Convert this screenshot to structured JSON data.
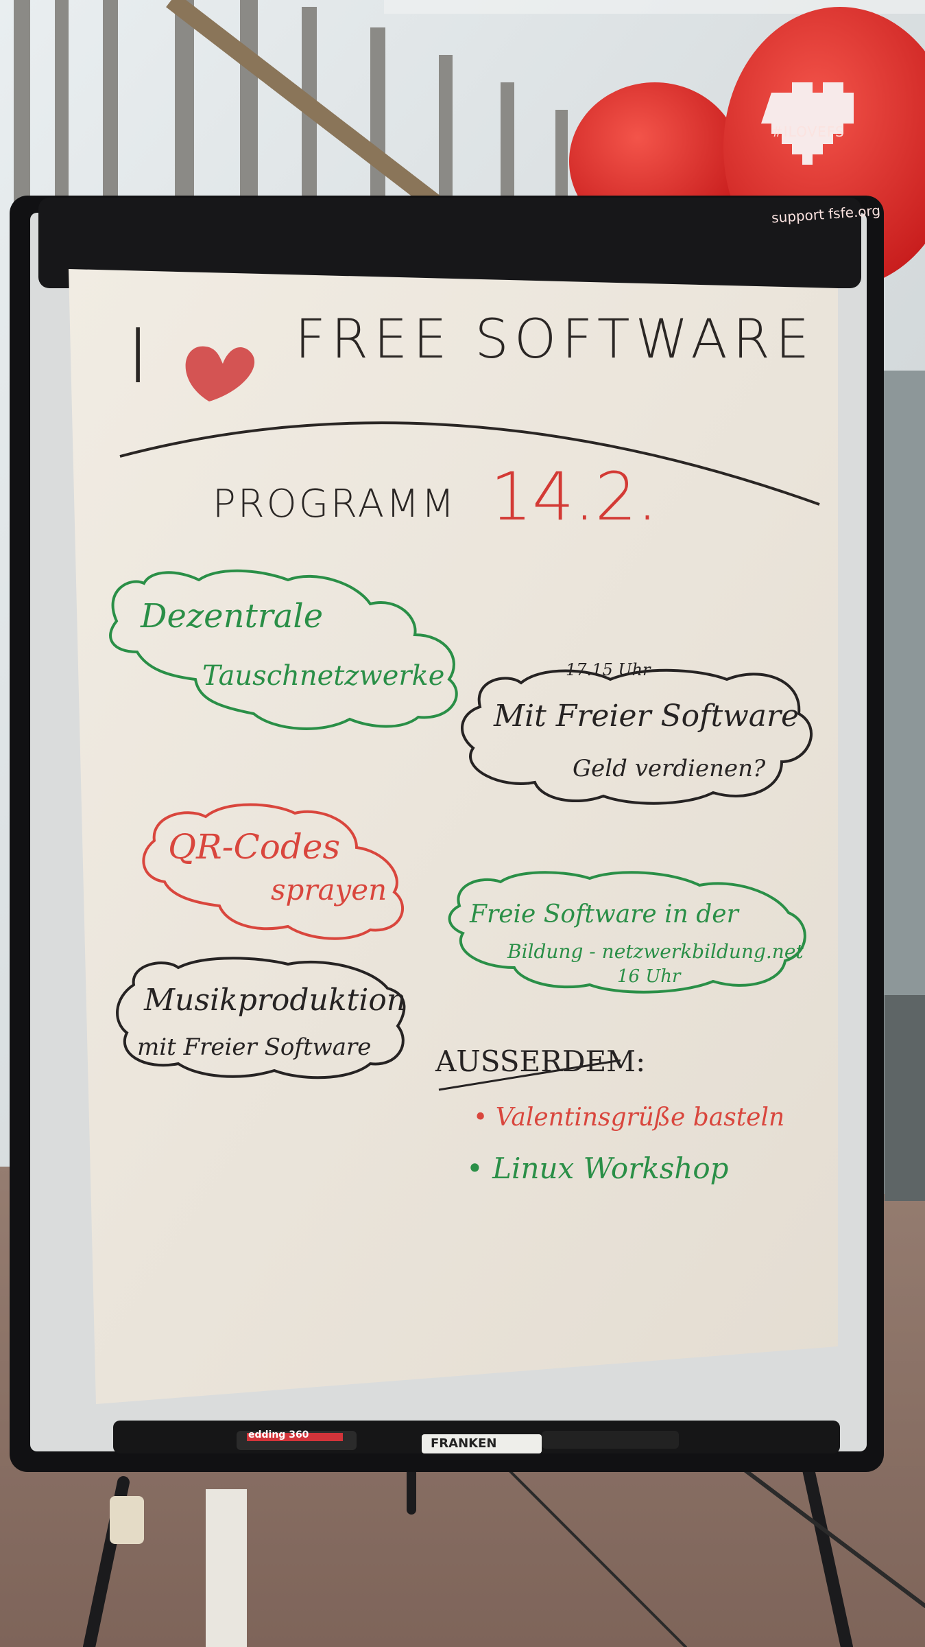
{
  "board": {
    "title": {
      "prefix": "I",
      "icon": "heart-icon",
      "rest": "FREE SOFTWARE"
    },
    "program": {
      "label": "PROGRAMM",
      "date": "14.2."
    },
    "clouds": [
      {
        "lines": [
          "Dezentrale",
          "Tauschnetzwerke"
        ],
        "color": "#2a8f47"
      },
      {
        "time": "17.15 Uhr",
        "lines": [
          "Mit Freier Software",
          "Geld verdienen?"
        ],
        "color": "#262323"
      },
      {
        "lines": [
          "QR-Codes",
          "sprayen"
        ],
        "color": "#d9463d"
      },
      {
        "lines": [
          "Freie Software in der",
          "Bildung - netzwerkbildung.net",
          "16 Uhr"
        ],
        "color": "#2a8f47"
      },
      {
        "lines": [
          "Musikproduktion",
          "mit Freier Software"
        ],
        "color": "#262323"
      }
    ],
    "extras": {
      "label": "AUSSERDEM:",
      "items": [
        {
          "text": "Valentinsgrüße basteln",
          "color": "#d9463d"
        },
        {
          "text": "Linux Workshop",
          "color": "#2a8f47"
        }
      ]
    }
  },
  "balloon": {
    "text": "support fsfe.org",
    "badge": "#ILOVEFS"
  },
  "markers": [
    {
      "label": "edding 360"
    },
    {
      "label": "FRANKEN"
    }
  ],
  "colors": {
    "red_marker": "#d9463d",
    "green_marker": "#2a8f47",
    "black_marker": "#262323",
    "balloon": "#e02424"
  }
}
